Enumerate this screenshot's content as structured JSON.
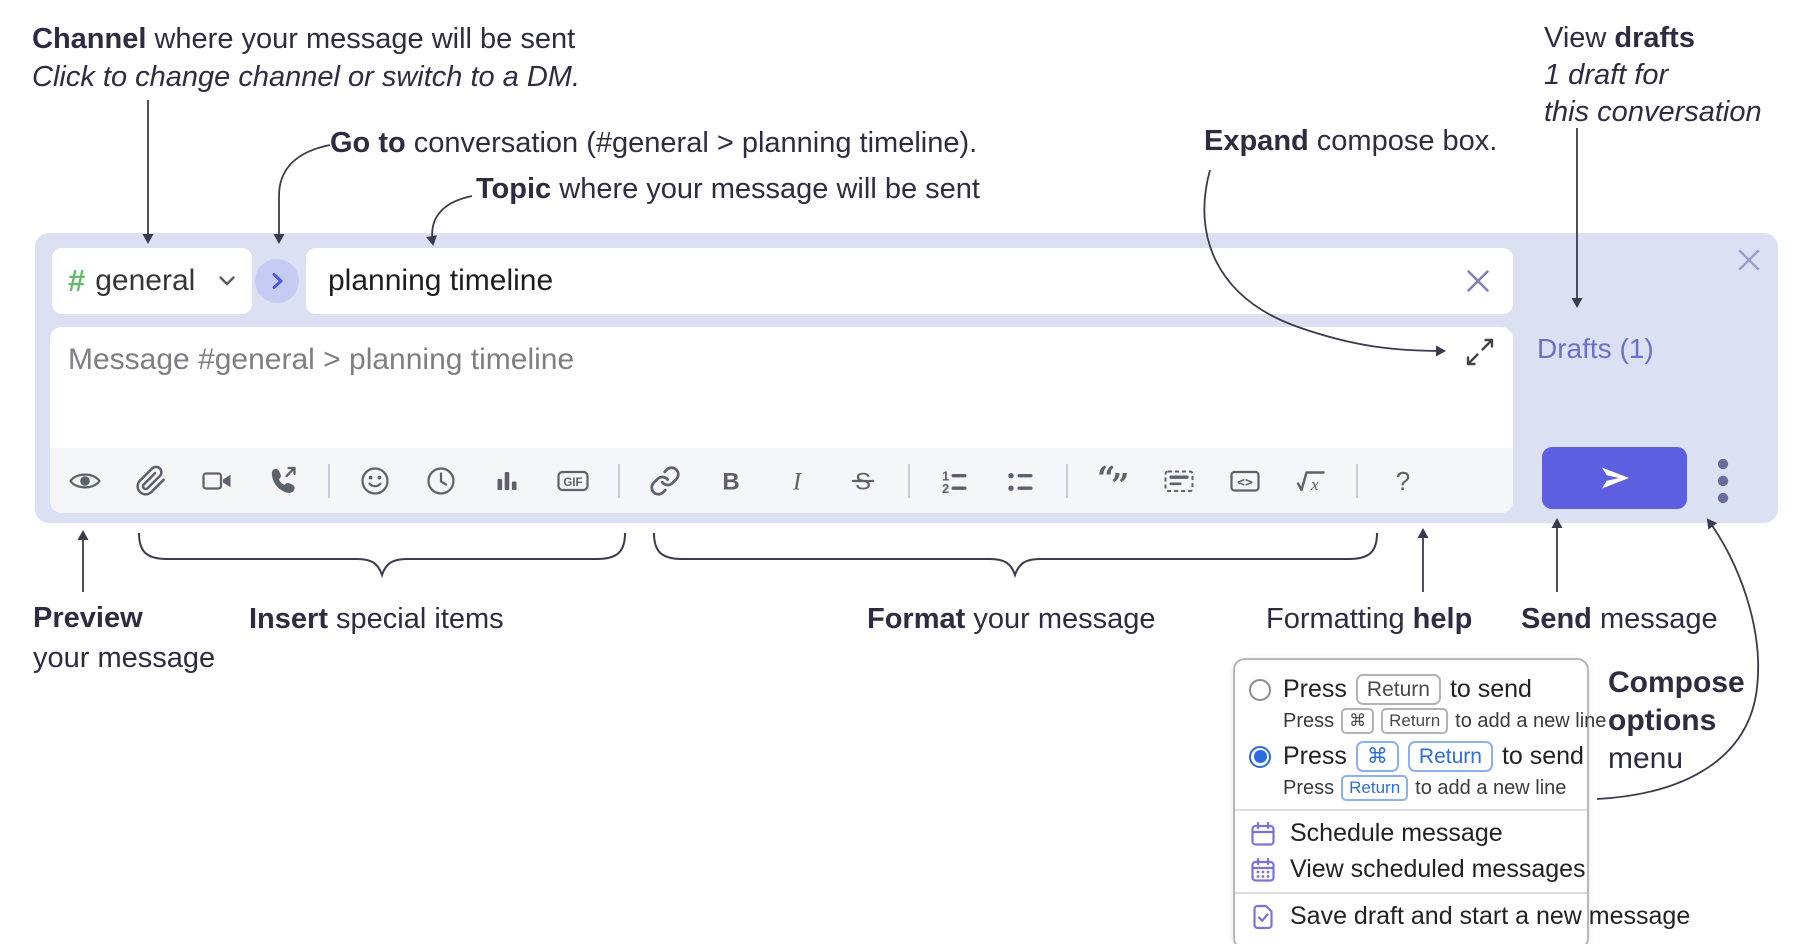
{
  "annotations": {
    "channel": {
      "bold": "Channel",
      "rest": " where your message will be sent",
      "italic": "Click to change channel or switch to a DM."
    },
    "goto": {
      "bold": "Go to",
      "rest": " conversation (#general > planning timeline)."
    },
    "topic": {
      "bold": "Topic",
      "rest": " where your message will be sent"
    },
    "expand": {
      "bold": "Expand",
      "rest": " compose box."
    },
    "view_drafts": {
      "pre": "View ",
      "bold": "drafts",
      "line2": "1 draft for",
      "line3": "this conversation"
    },
    "preview": {
      "bold": "Preview",
      "line2": "your message"
    },
    "insert": {
      "bold": "Insert",
      "rest": " special items"
    },
    "format": {
      "bold": "Format",
      "rest": " your message"
    },
    "help": {
      "pre": "Formatting ",
      "bold": "help"
    },
    "send": {
      "bold": "Send",
      "rest": " message"
    },
    "compose_options": {
      "bold1": "Compose",
      "bold2": "options",
      "line3": "menu"
    }
  },
  "compose": {
    "hash": "#",
    "channel_name": "general",
    "topic_value": "planning timeline",
    "message_placeholder": "Message #general > planning timeline",
    "drafts_label": "Drafts (1)"
  },
  "toolbar": {
    "gif": "GIF",
    "bold_glyph": "B",
    "italic_glyph": "I",
    "strike_glyph": "S",
    "ol1": "1",
    "ol2": "2",
    "quote_open": "“",
    "quote_close": "”",
    "code_glyph": "<>",
    "math_glyph": "x",
    "help_glyph": "?"
  },
  "menu": {
    "option1": {
      "pre": "Press",
      "key": "Return",
      "post": "to send",
      "sub_pre": "Press",
      "sub_key1": "⌘",
      "sub_key2": "Return",
      "sub_post": "to add a new line"
    },
    "option2": {
      "pre": "Press",
      "key1": "⌘",
      "key2": "Return",
      "post": "to send",
      "sub_pre": "Press",
      "sub_key": "Return",
      "sub_post": "to add a new line"
    },
    "items": [
      "Schedule message",
      "View scheduled messages",
      "Save draft and start a new message"
    ]
  },
  "colors": {
    "container_bg": "#dce0f3",
    "accent_send": "#5b5fe0",
    "drafts_link": "#6b70c7",
    "hash_green": "#66bb6a",
    "icon_gray": "#5c626b",
    "key_blue": "#2e6de0",
    "radio_selected": "#2b6ce2"
  }
}
